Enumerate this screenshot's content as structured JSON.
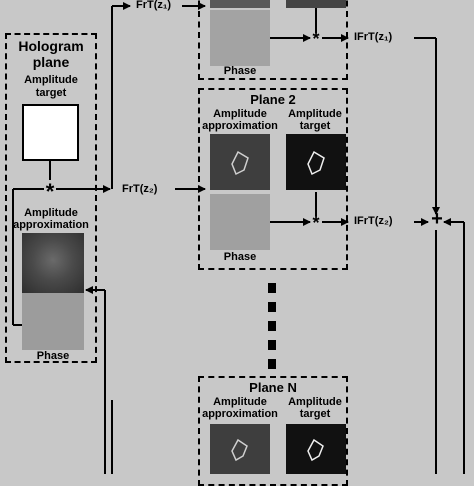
{
  "hologram": {
    "title_line1": "Hologram",
    "title_line2": "plane",
    "amplitude_target_line1": "Amplitude",
    "amplitude_target_line2": "target",
    "approx_line1": "Amplitude",
    "approx_line2": "approximation",
    "phase": "Phase"
  },
  "plane1": {
    "phase": "Phase",
    "frt": "FrT(z₁)",
    "ifrt": "IFrT(z₁)"
  },
  "plane2": {
    "title": "Plane 2",
    "approx_line1": "Amplitude",
    "approx_line2": "approximation",
    "target_line1": "Amplitude",
    "target_line2": "target",
    "phase": "Phase",
    "frt": "FrT(z₂)",
    "ifrt": "IFrT(z₂)"
  },
  "planeN": {
    "title": "Plane N",
    "approx_line1": "Amplitude",
    "approx_line2": "approximation",
    "target_line1": "Amplitude",
    "target_line2": "target"
  },
  "symbols": {
    "multiply": "*",
    "sum": "+"
  }
}
